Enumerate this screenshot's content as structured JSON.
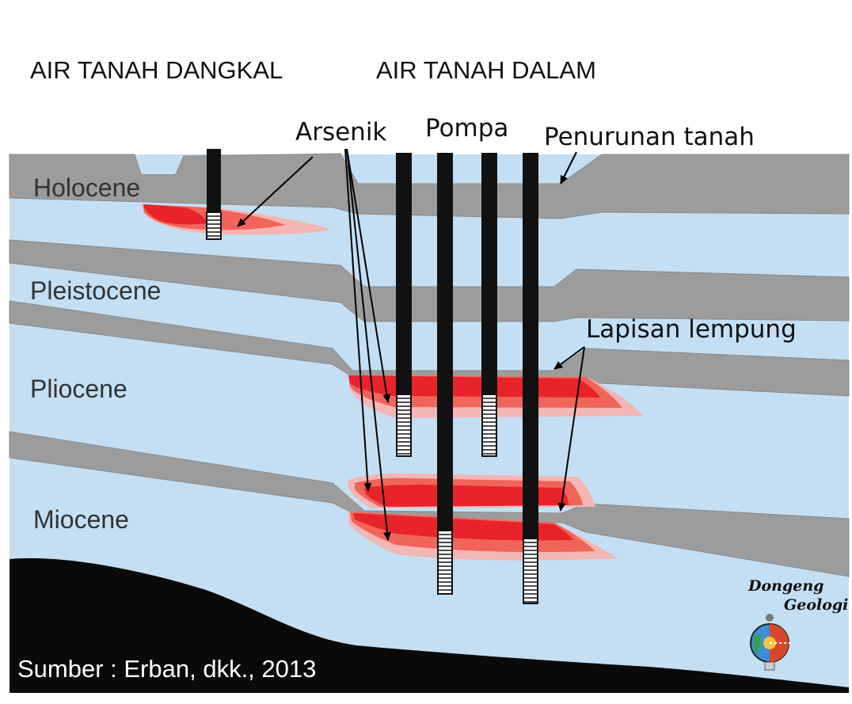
{
  "headings": {
    "shallow": "AIR TANAH DANGKAL",
    "deep": "AIR TANAH DALAM"
  },
  "labels": {
    "arsenic": "Arsenik",
    "pump": "Pompa",
    "subsidence": "Penurunan tanah",
    "clay_layer": "Lapisan lempung"
  },
  "layers": [
    "Holocene",
    "Pleistocene",
    "Pliocene",
    "Miocene"
  ],
  "source": "Sumber : Erban, dkk., 2013",
  "logo": {
    "line1": "Dongeng",
    "line2": "Geologi"
  },
  "colors": {
    "aquifer": "#c4dff3",
    "clay": "#9c9c9c",
    "bedrock": "#0a0a0a",
    "arsenic_core": "#e8242a",
    "arsenic_mid": "#f0645a",
    "arsenic_halo": "#f3b6b4",
    "well": "#111111"
  }
}
